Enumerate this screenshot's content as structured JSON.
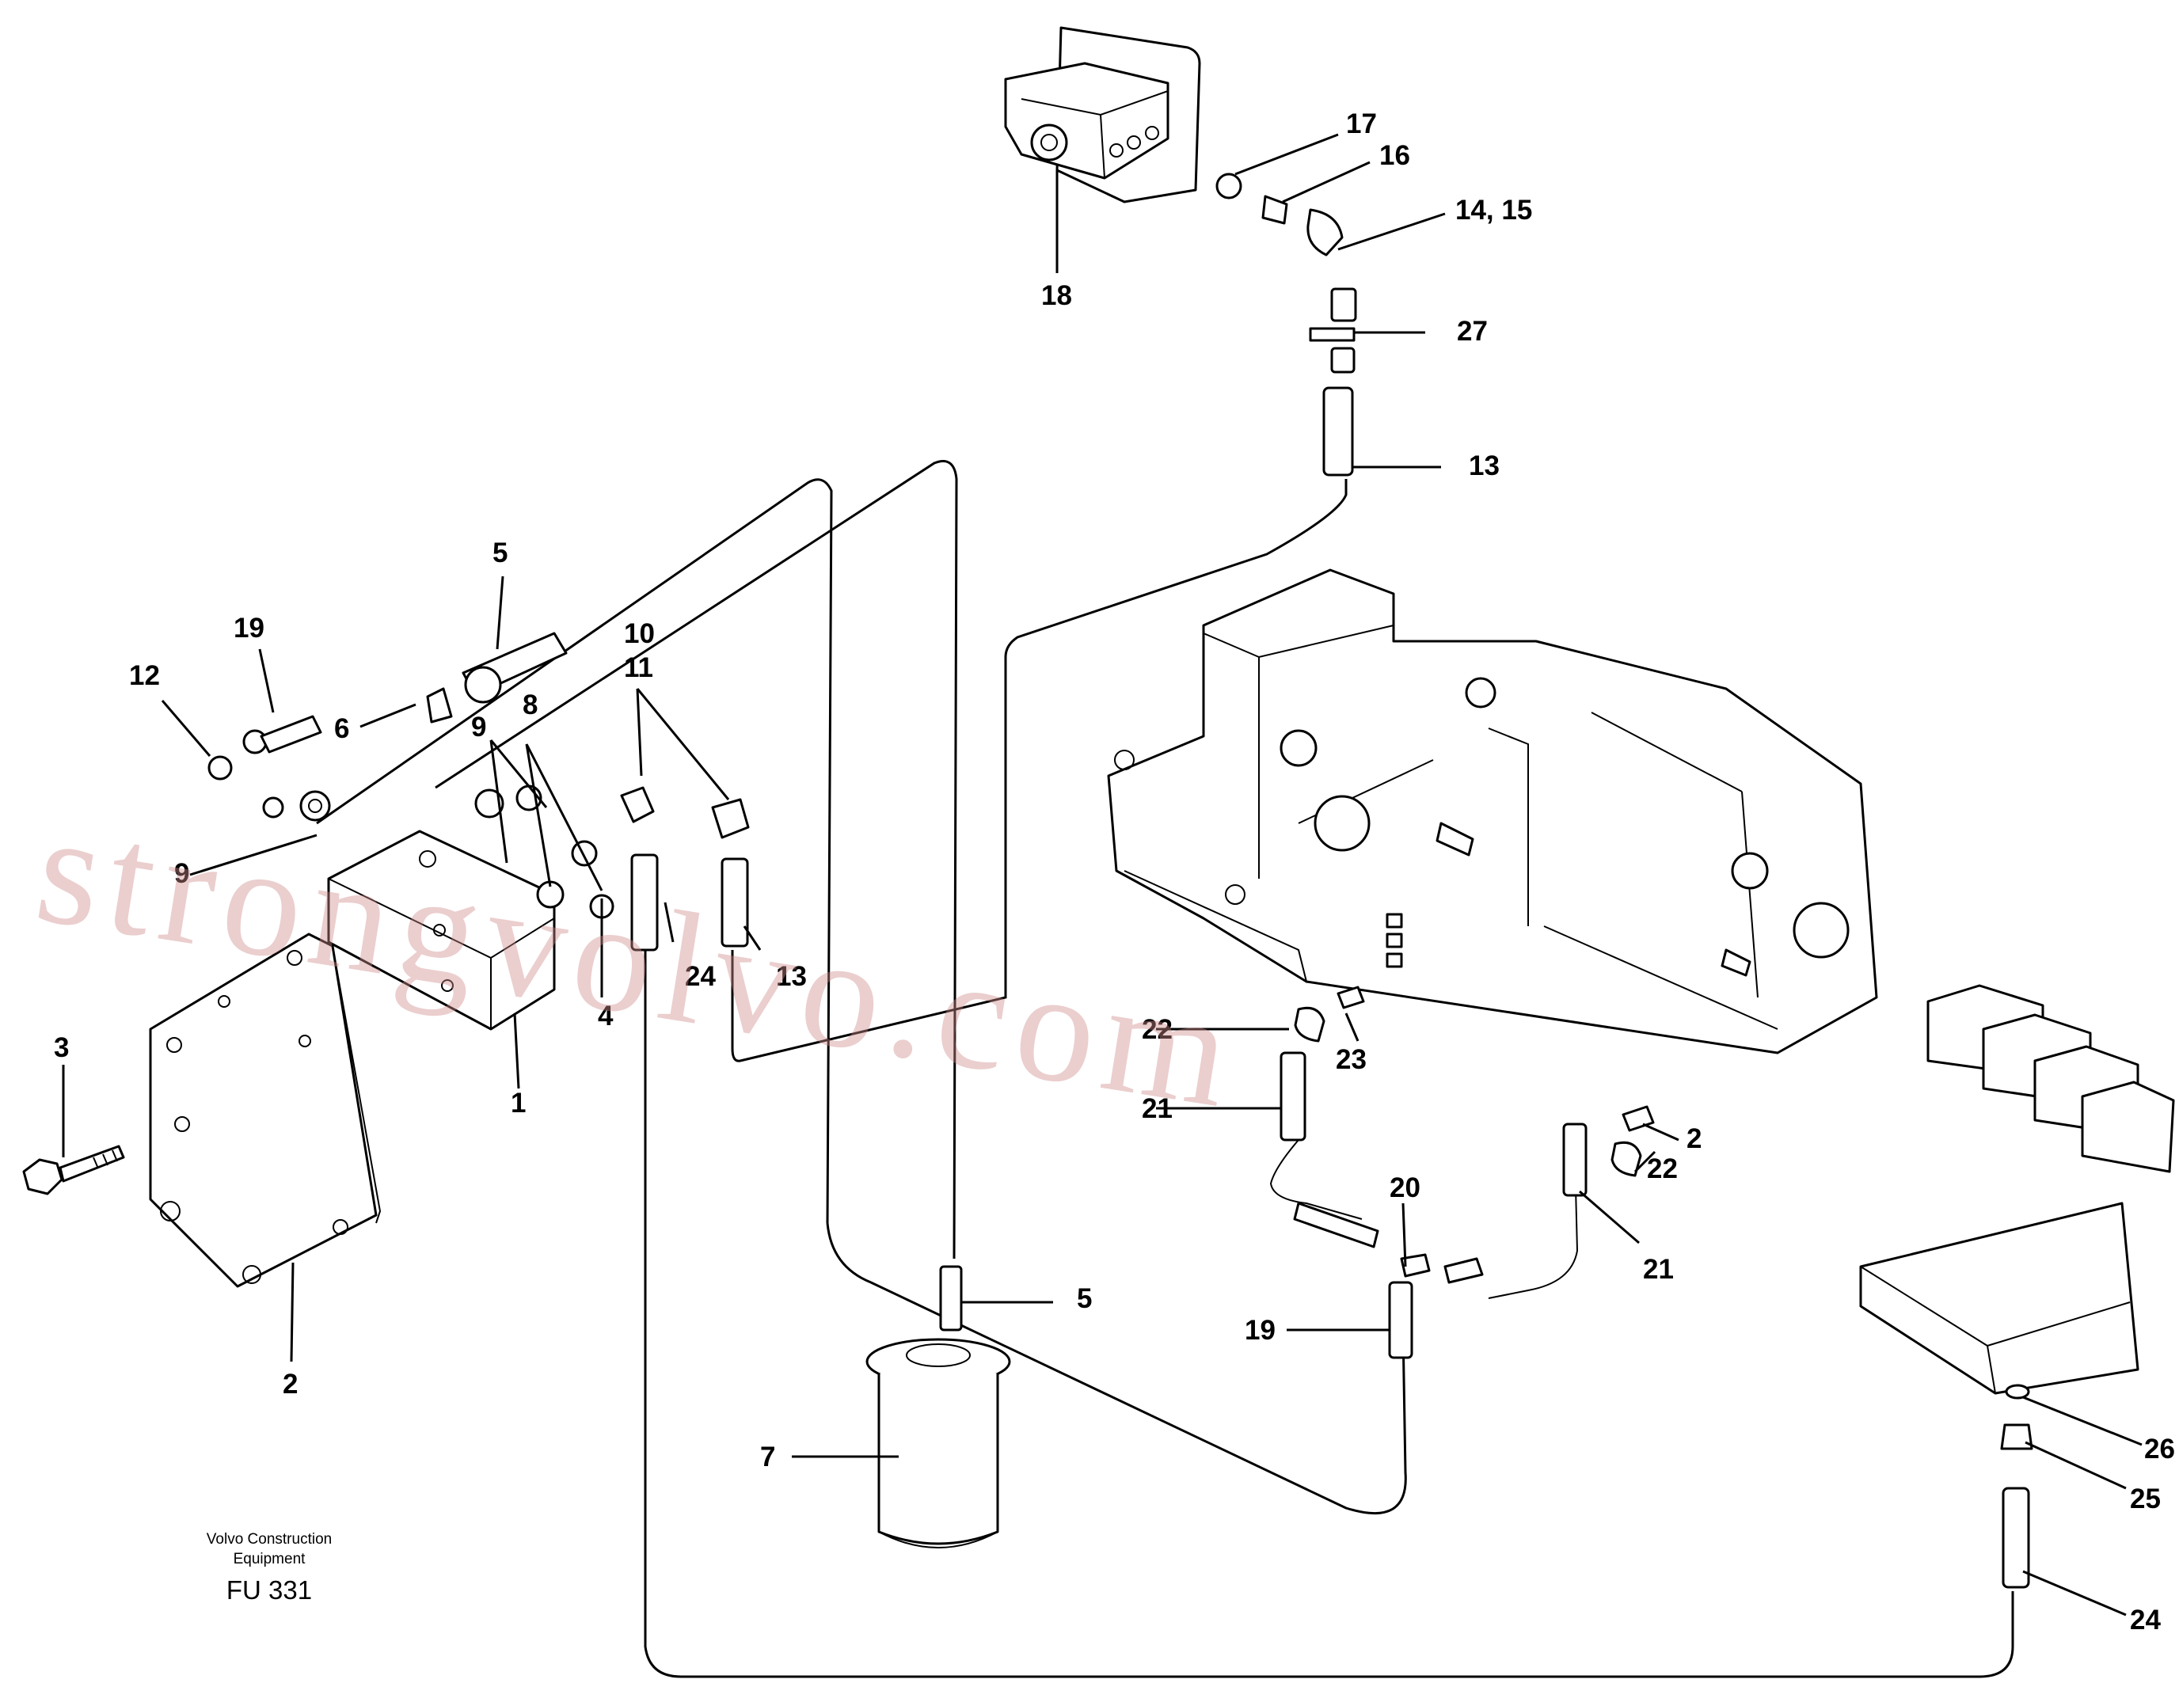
{
  "caption": {
    "line1": "Volvo Construction",
    "line2": "Equipment",
    "code": "FU 331"
  },
  "watermark": "strongvolvo.com",
  "part_labels": {
    "p1": "1",
    "p2": "2",
    "p3": "3",
    "p4": "4",
    "p5_top": "5",
    "p5_bottom": "5",
    "p6": "6",
    "p7": "7",
    "p8": "8",
    "p9_mid": "9",
    "p9_left": "9",
    "p10": "10",
    "p11": "11",
    "p12": "12",
    "p13_top": "13",
    "p13_mid": "13",
    "p14_15": "14, 15",
    "p16": "16",
    "p17": "17",
    "p18": "18",
    "p19_left": "19",
    "p19_bottom": "19",
    "p20": "20",
    "p21_left": "21",
    "p21_right": "21",
    "p22_left": "22",
    "p22_right": "22",
    "p23_left": "23",
    "p23_right": "2",
    "p24_left": "24",
    "p24_right": "24",
    "p25": "25",
    "p26": "26",
    "p27": "27"
  }
}
